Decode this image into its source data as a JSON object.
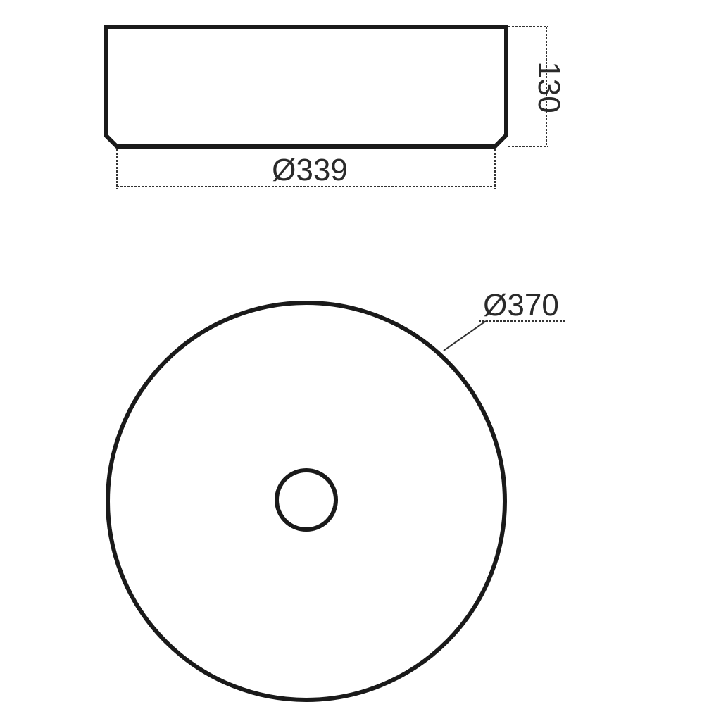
{
  "dimensions": {
    "height_label": "130",
    "base_diameter_label": "Ø339",
    "outer_diameter_label": "Ø370"
  },
  "colors": {
    "line": "#1a1a1a",
    "dimension": "#333333",
    "background": "#ffffff"
  }
}
